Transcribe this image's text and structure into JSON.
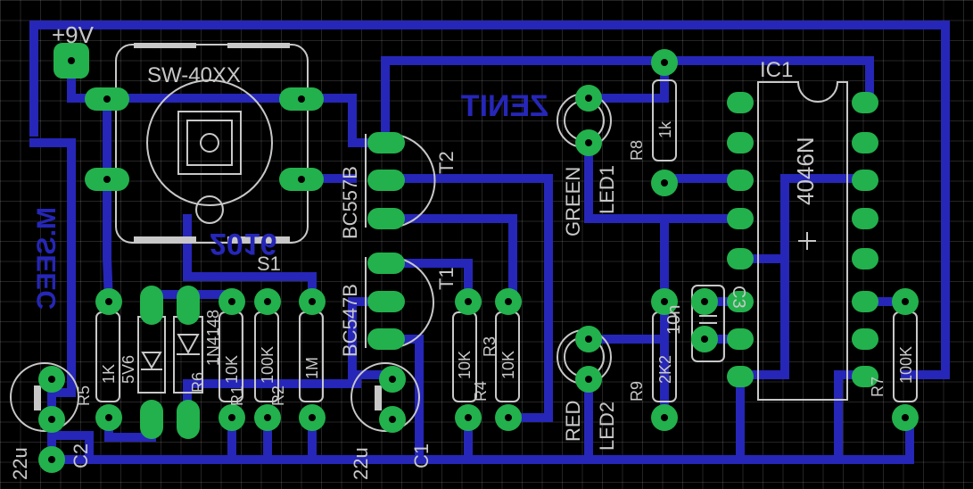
{
  "labels": {
    "power": "+9V",
    "switch_part": "SW-40XX",
    "switch_name": "S1",
    "ic_name": "IC1",
    "ic_part": "4046N",
    "t2_name": "T2",
    "t2_part": "BC557B",
    "t1_name": "T1",
    "t1_part": "BC547B",
    "led1_name": "LED1",
    "led1_color": "GREEN",
    "led2_name": "LED2",
    "led2_color": "RED",
    "r8_name": "R8",
    "r8_value": "1k",
    "r9_name": "R9",
    "r9_value": "2K2",
    "c3_name": "C3",
    "c3_value": "10n",
    "r7_name": "R7",
    "r7_value": "100K",
    "r3_name": "R3",
    "r3_value": "10K",
    "r4_name": "R4",
    "r4_value": "10K",
    "c1_name": "C1",
    "c1_value": "22u",
    "c2_name": "C2",
    "c2_value": "22u",
    "r5_name": "R5",
    "r5_value": "1K",
    "d_zener_value": "5V6",
    "r6_name": "R6",
    "d1_value": "1N4148",
    "r1_name": "R1",
    "r1_value": "10K",
    "r2_name": "R2",
    "r2_value": "100K",
    "rx_value": "1M",
    "copper_text_1": "ZENIT",
    "copper_text_2": "2016",
    "copper_text_3": "M.SEEC"
  },
  "colors": {
    "trace": "#2626b8",
    "pad": "#22b14c",
    "silkscreen": "#c8c8c8",
    "background": "#000000"
  }
}
